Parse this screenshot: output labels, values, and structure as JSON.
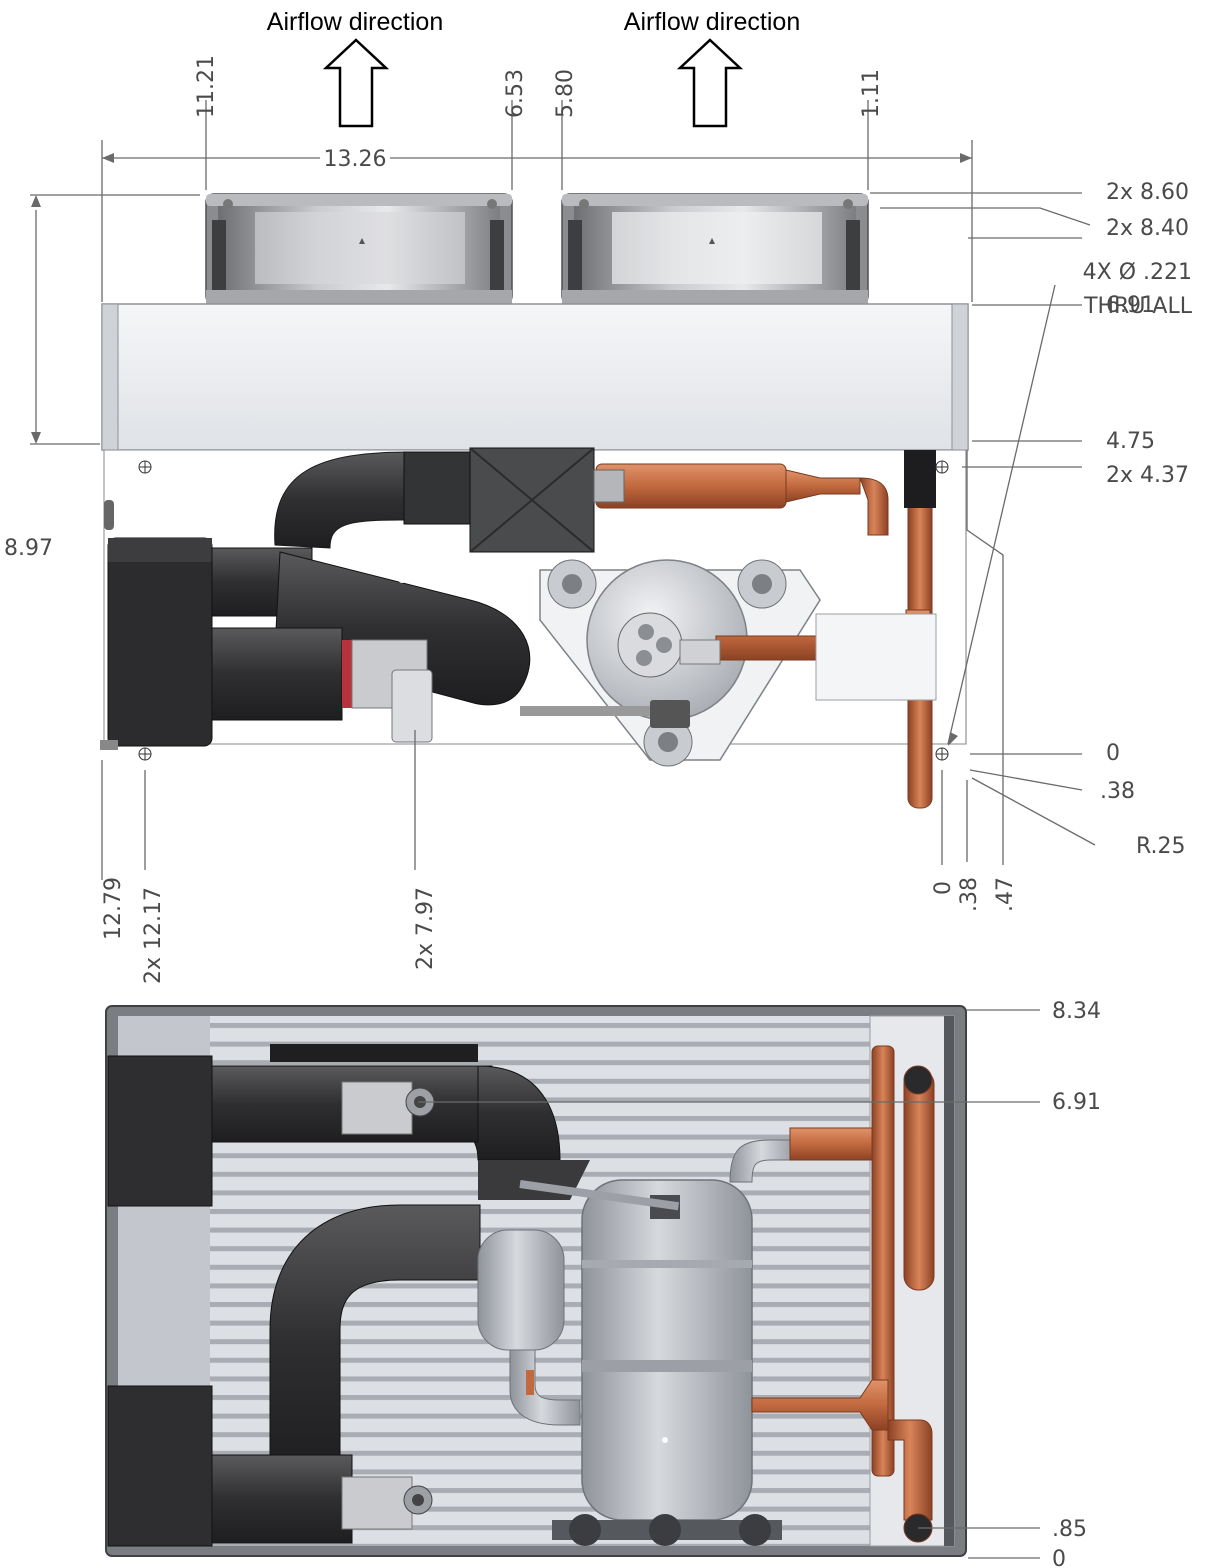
{
  "airflow": {
    "left_label": "Airflow direction",
    "right_label": "Airflow direction"
  },
  "top_view": {
    "dims_top": {
      "d1121": "11.21",
      "d653": "6.53",
      "d580": "5.80",
      "d111": "1.11",
      "d1326": "13.26"
    },
    "dims_right": {
      "d860": "2x 8.60",
      "d840": "2x 8.40",
      "d691": "6.91",
      "d475": "4.75",
      "d437": "2x 4.37",
      "d0": "0",
      "d038": ".38",
      "r025": "R.25"
    },
    "dims_left": {
      "d897": "8.97"
    },
    "dims_bottom": {
      "d1279": "12.79",
      "d1217": "2x 12.17",
      "d797": "2x 7.97",
      "b0": "0",
      "b038": ".38",
      "b047": ".47"
    },
    "hole_note_line1": "4X Ø .221",
    "hole_note_line2": "THRU ALL"
  },
  "bottom_view": {
    "dims_right": {
      "d834": "8.34",
      "d691": "6.91",
      "d085": ".85",
      "d0": "0"
    }
  },
  "colors": {
    "hose": "#3a3a3a",
    "copper": "#c2693f",
    "compressor": "#b5b9c0",
    "frame": "#6b6e73",
    "fin": "#e9ebee"
  }
}
